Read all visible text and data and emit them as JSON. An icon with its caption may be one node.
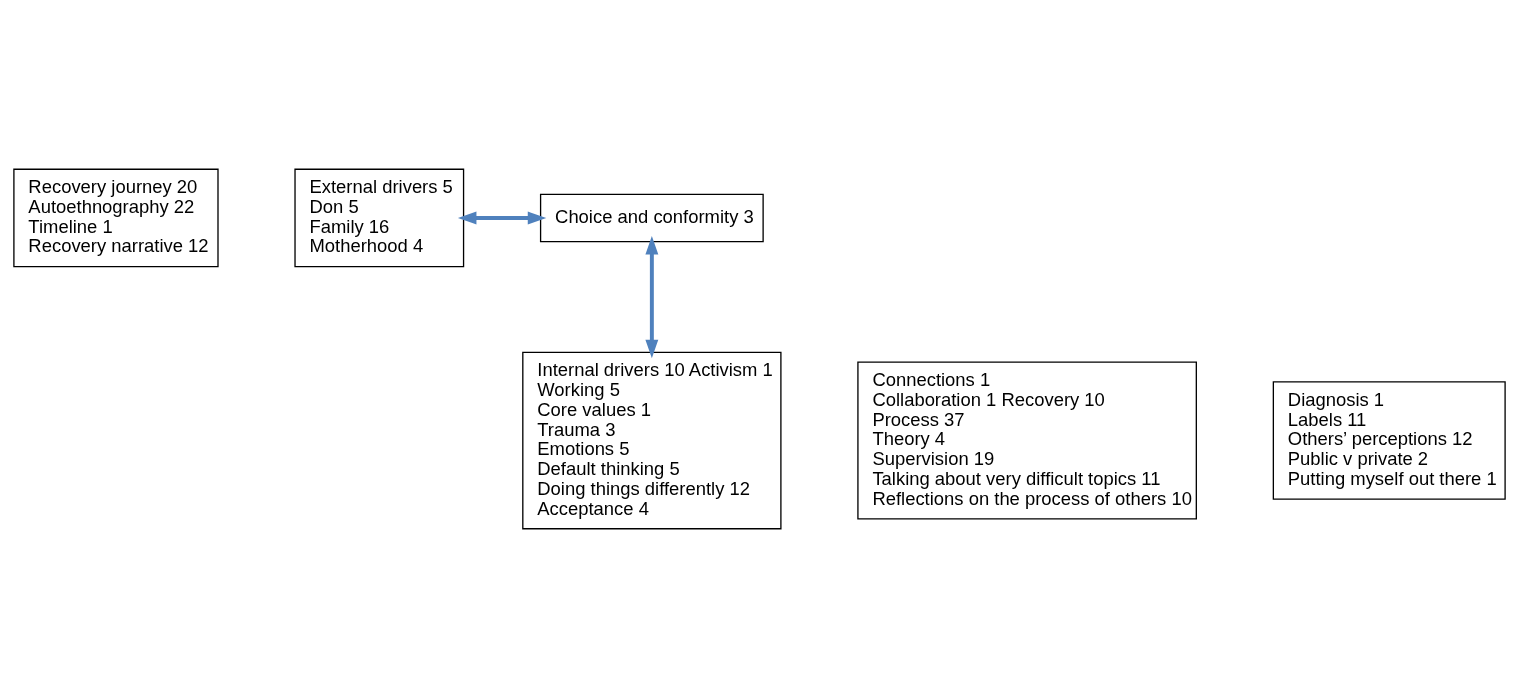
{
  "diagram": {
    "nodes": [
      {
        "text": [
          "Recovery journey 20",
          "Autoethnography 22",
          "Timeline 1",
          "Recovery narrative 12"
        ]
      },
      {
        "text": [
          "External drivers 5",
          "Don 5",
          "Family 16",
          "Motherhood 4"
        ]
      },
      {
        "text": [
          "Choice and conformity 3"
        ]
      },
      {
        "text": [
          "Connections 1",
          "Collaboration 1 Recovery 10",
          "Process 37",
          "Theory 4",
          "Supervision 19",
          "Talking about very difficult topics 11",
          "Reflections on the process of others 10"
        ]
      },
      {
        "text": [
          "Diagnosis 1",
          "Labels 11",
          "Others’ perceptions 12",
          "Public v private 2",
          "Putting myself out there 1"
        ]
      },
      {
        "text": [
          "Internal drivers 10 Activism 1",
          "Working 5",
          "Core values 1",
          "Trauma 3",
          "Emotions 5",
          "Default thinking 5",
          "Doing things differently 12",
          "Acceptance 4"
        ]
      }
    ],
    "edges": [
      {
        "from": 1,
        "to": 2,
        "arrow": "both"
      },
      {
        "from": 2,
        "to": 5,
        "arrow": "both"
      }
    ]
  }
}
